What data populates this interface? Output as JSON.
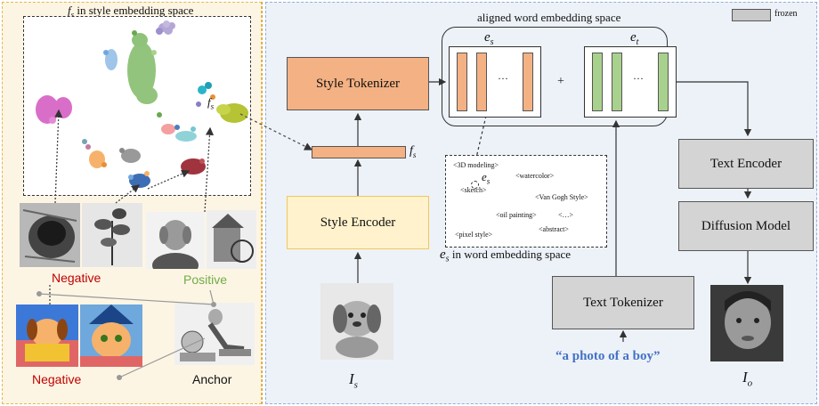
{
  "left_panel": {
    "title_symbol": "f",
    "title_sub": "s",
    "title_text": "in style embedding space",
    "fs_point_symbol": "f",
    "fs_point_sub": "s",
    "labels": {
      "negative_top": "Negative",
      "positive": "Positive",
      "negative_bottom": "Negative",
      "anchor": "Anchor"
    },
    "colors": {
      "negative": "#c00000",
      "positive": "#70ad47",
      "anchor": "#111111"
    }
  },
  "legend": {
    "label": "frozen",
    "swatch_color": "#c9c9c9"
  },
  "blocks": {
    "style_tokenizer": "Style Tokenizer",
    "style_encoder": "Style Encoder",
    "text_encoder": "Text Encoder",
    "diffusion_model": "Diffusion Model",
    "text_tokenizer": "Text Tokenizer"
  },
  "aligned_space": {
    "title": "aligned word embedding space",
    "es_symbol": "e",
    "es_sub": "s",
    "et_symbol": "e",
    "et_sub": "t",
    "ellipsis": "···",
    "plus": "+"
  },
  "fs_label": {
    "symbol": "f",
    "sub": "s"
  },
  "word_space": {
    "tags": [
      "<3D modeling>",
      "<watercolor>",
      "<sketch>",
      "<Van Gogh Style>",
      "<oil painting>",
      "<…>",
      "<abstract>",
      "<pixel style>"
    ],
    "es_symbol": "e",
    "es_sub": "s",
    "caption_symbol": "e",
    "caption_sub": "s",
    "caption_text": "in word embedding space"
  },
  "prompt": {
    "text": "“a photo of a boy”",
    "color": "#4472c4"
  },
  "input_label": {
    "symbol": "I",
    "sub": "s"
  },
  "output_label": {
    "symbol": "I",
    "sub": "o"
  }
}
